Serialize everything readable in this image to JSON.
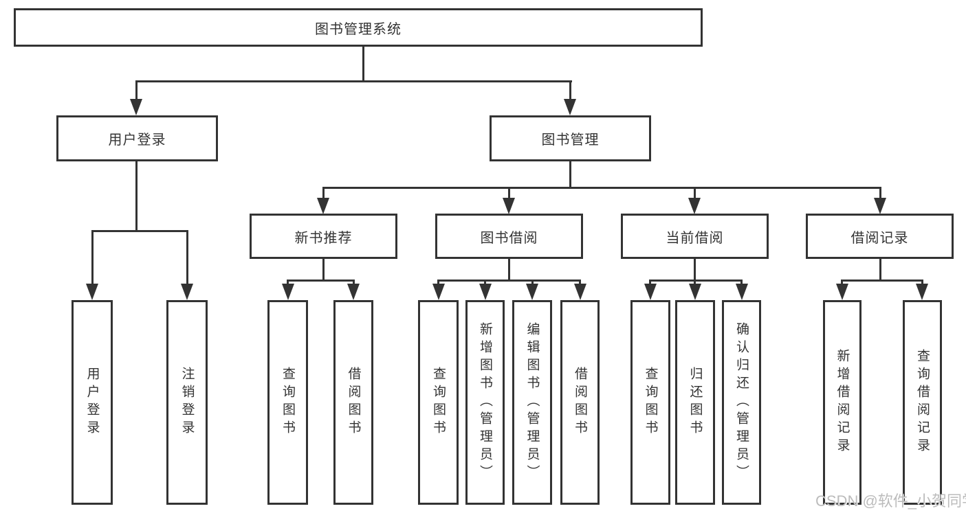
{
  "watermark": "CSDN @软件_小贺同学",
  "colors": {
    "line": "#333333",
    "text": "#333333",
    "watermark_text": "#bcbcbc",
    "background": "#ffffff"
  },
  "tree": {
    "root": {
      "label": "图书管理系统"
    },
    "branches": [
      {
        "label": "用户登录",
        "children": [
          {
            "label": "用户登录"
          },
          {
            "label": "注销登录"
          }
        ]
      },
      {
        "label": "图书管理",
        "children": [
          {
            "label": "新书推荐",
            "children": [
              {
                "label": "查询图书"
              },
              {
                "label": "借阅图书"
              }
            ]
          },
          {
            "label": "图书借阅",
            "children": [
              {
                "label": "查询图书"
              },
              {
                "label": "新增图书（管理员）"
              },
              {
                "label": "编辑图书（管理员）"
              },
              {
                "label": "借阅图书"
              }
            ]
          },
          {
            "label": "当前借阅",
            "children": [
              {
                "label": "查询图书"
              },
              {
                "label": "归还图书"
              },
              {
                "label": "确认归还（管理员）"
              }
            ]
          },
          {
            "label": "借阅记录",
            "children": [
              {
                "label": "新增借阅记录"
              },
              {
                "label": "查询借阅记录"
              }
            ]
          }
        ]
      }
    ]
  }
}
